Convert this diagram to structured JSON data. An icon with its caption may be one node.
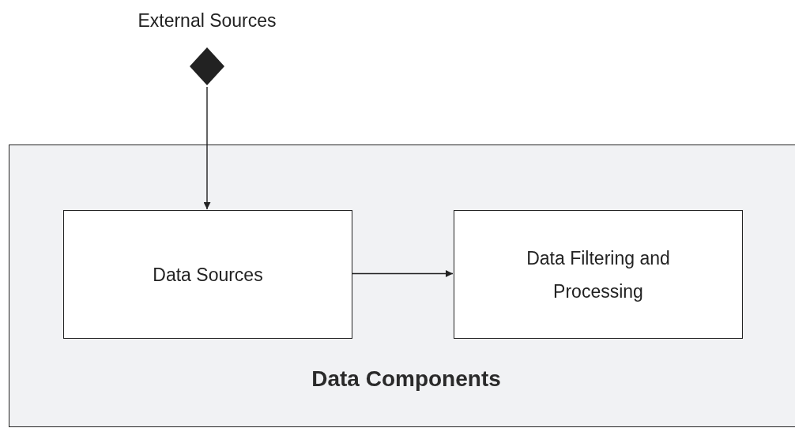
{
  "diagram": {
    "nodes": [
      {
        "text": [
          "External Sources"
        ]
      },
      {
        "text": [
          "Data Components"
        ]
      },
      {
        "text": [
          "Data Sources"
        ],
        "in": 1
      },
      {
        "text": [
          "Data Filtering and Processing"
        ],
        "in": 1
      }
    ],
    "edges": [
      {
        "from": 0,
        "to": 2,
        "arrow": "to"
      },
      {
        "from": 2,
        "to": 3,
        "arrow": "to"
      }
    ]
  }
}
